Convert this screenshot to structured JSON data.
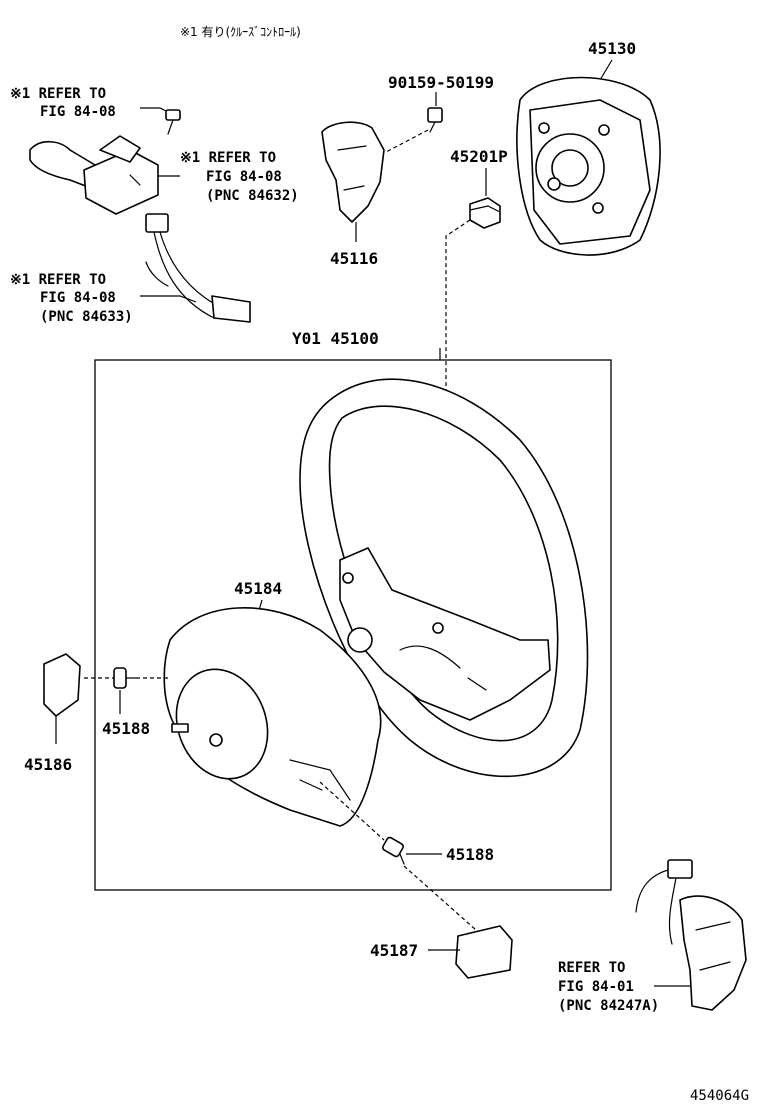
{
  "header_note": "※1 有り(ｸﾙｰｽﾞｺﾝﾄﾛｰﾙ)",
  "assembly_label": "Y01 45100",
  "parts": {
    "p45130": "45130",
    "p90159": "90159-50199",
    "p45201p": "45201P",
    "p45116": "45116",
    "p45184": "45184",
    "p45188a": "45188",
    "p45186": "45186",
    "p45188b": "45188",
    "p45187": "45187"
  },
  "refs": {
    "ref1": {
      "line1": "※1 REFER TO",
      "line2": "FIG 84-08"
    },
    "ref2": {
      "line1": "※1 REFER TO",
      "line2": "FIG 84-08",
      "line3": "(PNC 84632)"
    },
    "ref3": {
      "line1": "※1 REFER TO",
      "line2": "FIG 84-08",
      "line3": "(PNC 84633)"
    },
    "ref4": {
      "line1": "REFER TO",
      "line2": "FIG 84-01",
      "line3": "(PNC 84247A)"
    }
  },
  "figure_code": "454064G"
}
